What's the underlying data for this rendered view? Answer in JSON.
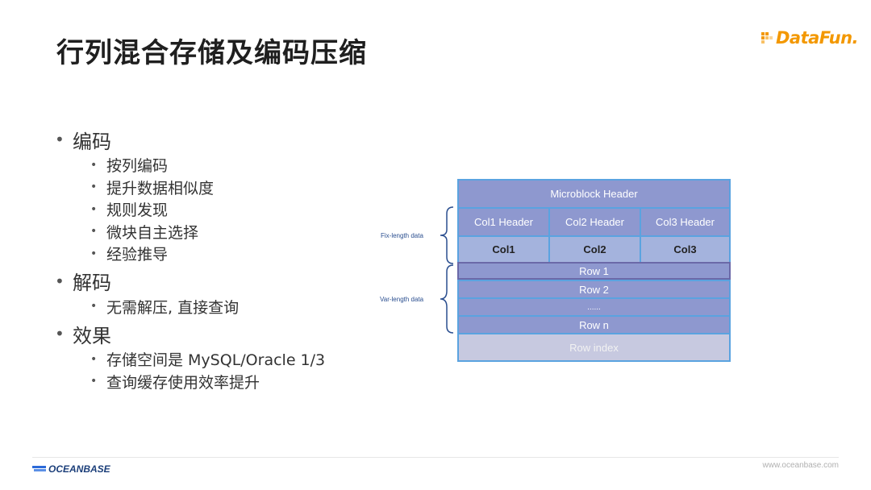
{
  "title": "行列混合存储及编码压缩",
  "brand": "DataFun.",
  "bullets": [
    {
      "label": "编码",
      "items": [
        "按列编码",
        "提升数据相似度",
        "规则发现",
        "微块自主选择",
        "经验推导"
      ]
    },
    {
      "label": "解码",
      "items": [
        "无需解压, 直接查询"
      ]
    },
    {
      "label": "效果",
      "items": [
        "存储空间是 MySQL/Oracle 1/3",
        "查询缓存使用效率提升"
      ]
    }
  ],
  "diagram": {
    "microblock_header": "Microblock Header",
    "col_headers": [
      "Col1 Header",
      "Col2 Header",
      "Col3 Header"
    ],
    "cols": [
      "Col1",
      "Col2",
      "Col3"
    ],
    "rows": [
      "Row 1",
      "Row 2",
      "......",
      "Row n"
    ],
    "row_index": "Row index",
    "fix_length_label": "Fix-length data",
    "var_length_label": "Var-length data"
  },
  "footer": {
    "logo": "OCEANBASE",
    "url": "www.oceanbase.com"
  },
  "colors": {
    "accent_orange": "#f39800",
    "cell_purple": "#8e98cf",
    "cell_light": "#a4b3dd",
    "border_blue": "#5aa3e0"
  }
}
